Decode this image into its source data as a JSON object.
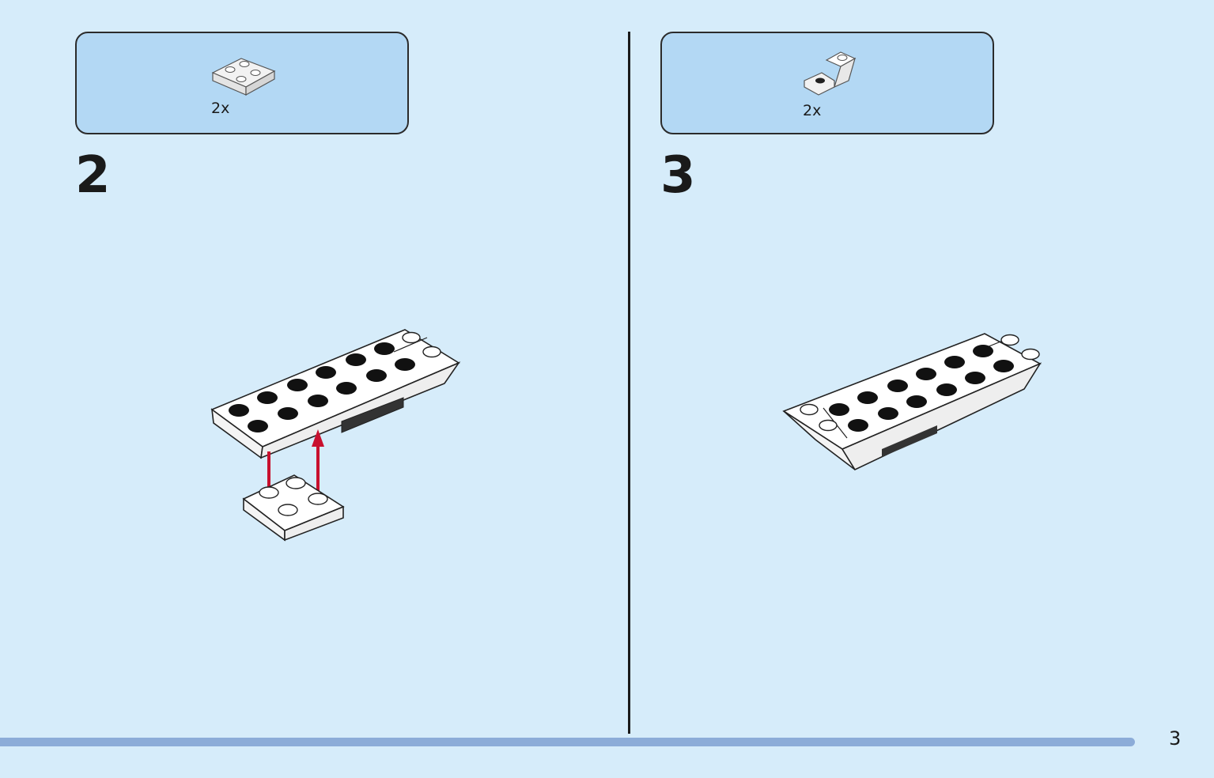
{
  "steps": [
    {
      "number": "2",
      "part_quantity": "2x",
      "part_icon": "inverted-plate-2x2-icon"
    },
    {
      "number": "3",
      "part_quantity": "2x",
      "part_icon": "inverted-slope-bracket-icon"
    }
  ],
  "footer": {
    "page_number": "3"
  },
  "colors": {
    "background": "#d6ecfa",
    "parts_box": "#b3d8f4",
    "footer_bar": "#8cacd8",
    "arrow": "#c8102e"
  }
}
